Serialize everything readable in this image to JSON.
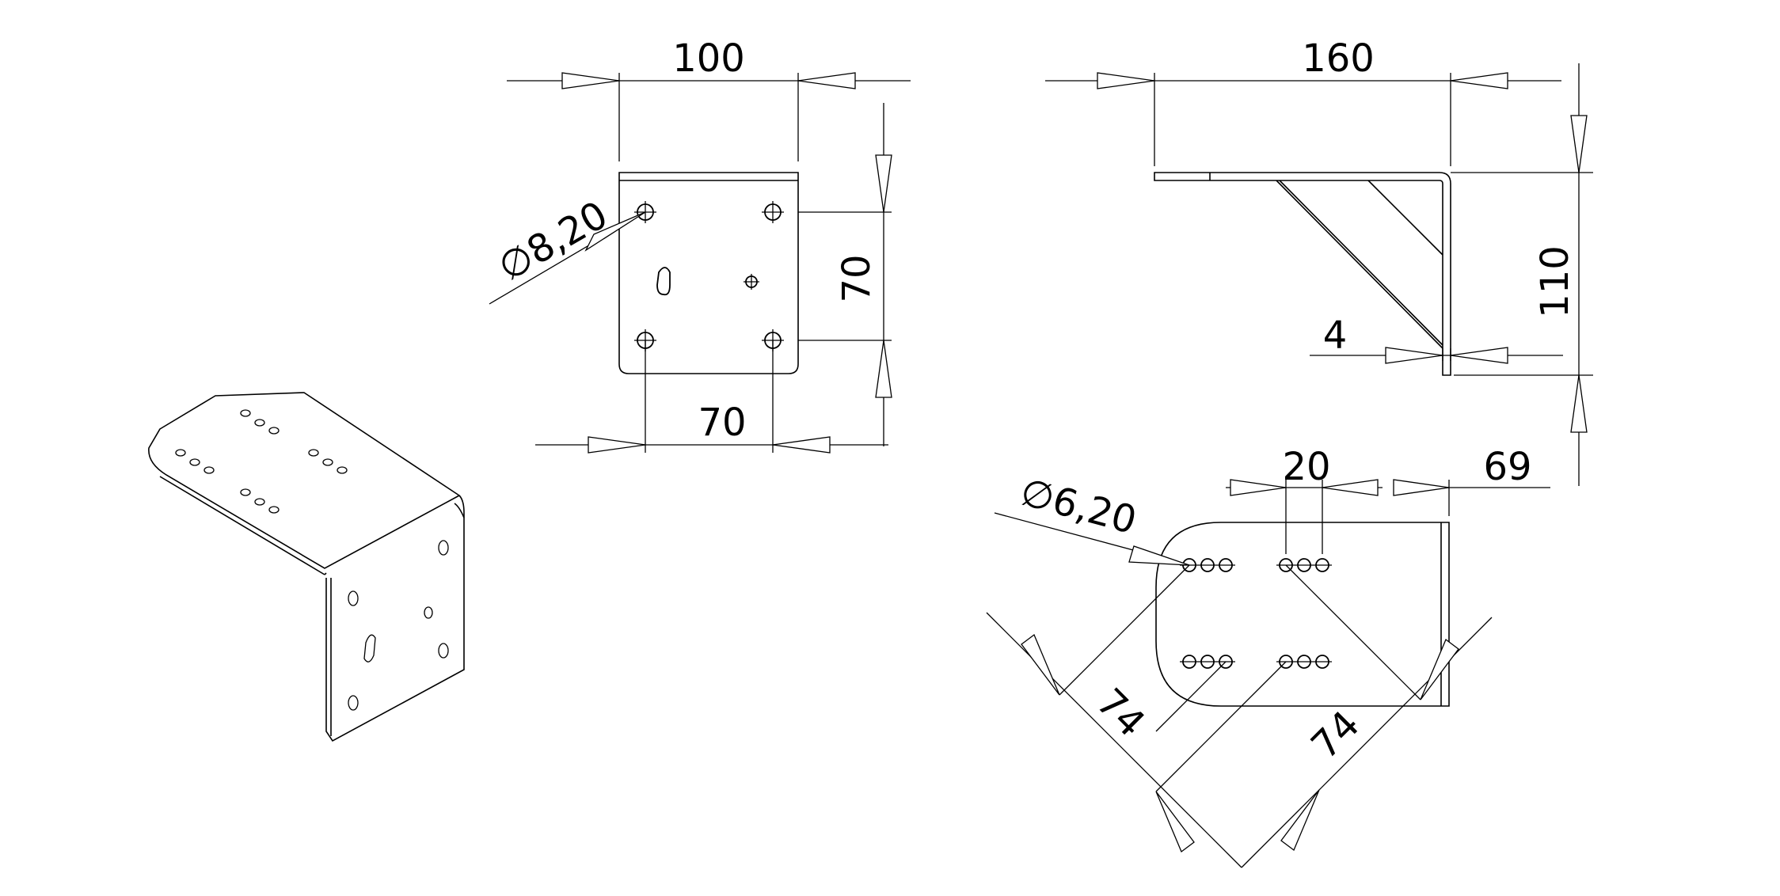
{
  "dimensions": {
    "front_width": "100",
    "front_hole_height": "70",
    "front_hole_spacing": "70",
    "front_hole_diameter": "∅8,20",
    "side_length": "160",
    "side_height": "110",
    "thickness": "4",
    "top_hole_spacing": "20",
    "top_edge_offset": "69",
    "top_hole_diameter": "∅6,20",
    "diag_left": "74",
    "diag_right": "74"
  }
}
